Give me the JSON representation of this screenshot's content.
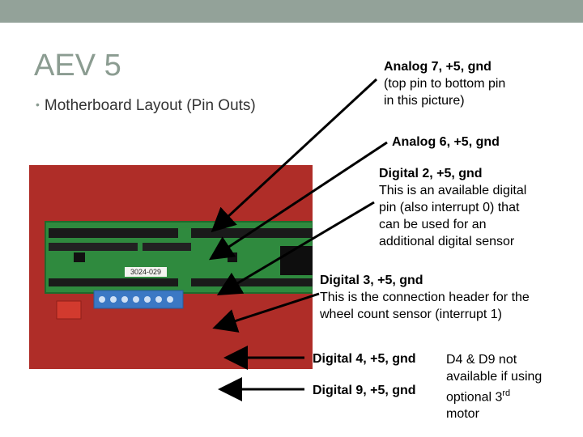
{
  "slide": {
    "title": "AEV 5",
    "bullet": "Motherboard Layout (Pin Outs)"
  },
  "annotations": {
    "analog7": {
      "heading": "Analog 7, +5, gnd",
      "line1": "(top pin to bottom pin",
      "line2": "in this picture)"
    },
    "analog6": {
      "heading": "Analog 6, +5, gnd"
    },
    "digital2": {
      "heading": "Digital 2, +5, gnd",
      "line1": "This is an available digital",
      "line2": "pin (also interrupt 0) that",
      "line3": "can be used for an",
      "line4": "additional digital sensor"
    },
    "digital3": {
      "heading": "Digital 3, +5, gnd",
      "line1": "This is the connection header for the",
      "line2": "wheel count sensor (interrupt 1)"
    },
    "digital4": {
      "heading": "Digital 4, +5, gnd"
    },
    "digital9": {
      "heading": "Digital 9, +5, gnd"
    },
    "d4d9": {
      "line1": "D4 & D9 not",
      "line2": "available if using",
      "line3": "optional 3",
      "sup": "rd",
      "line4": "motor"
    }
  },
  "board": {
    "label": "3024-029"
  },
  "colors": {
    "topbar": "#93a299",
    "title": "#8b9c91",
    "board_bg": "#a82a26",
    "pcb": "#2f8a3e"
  }
}
